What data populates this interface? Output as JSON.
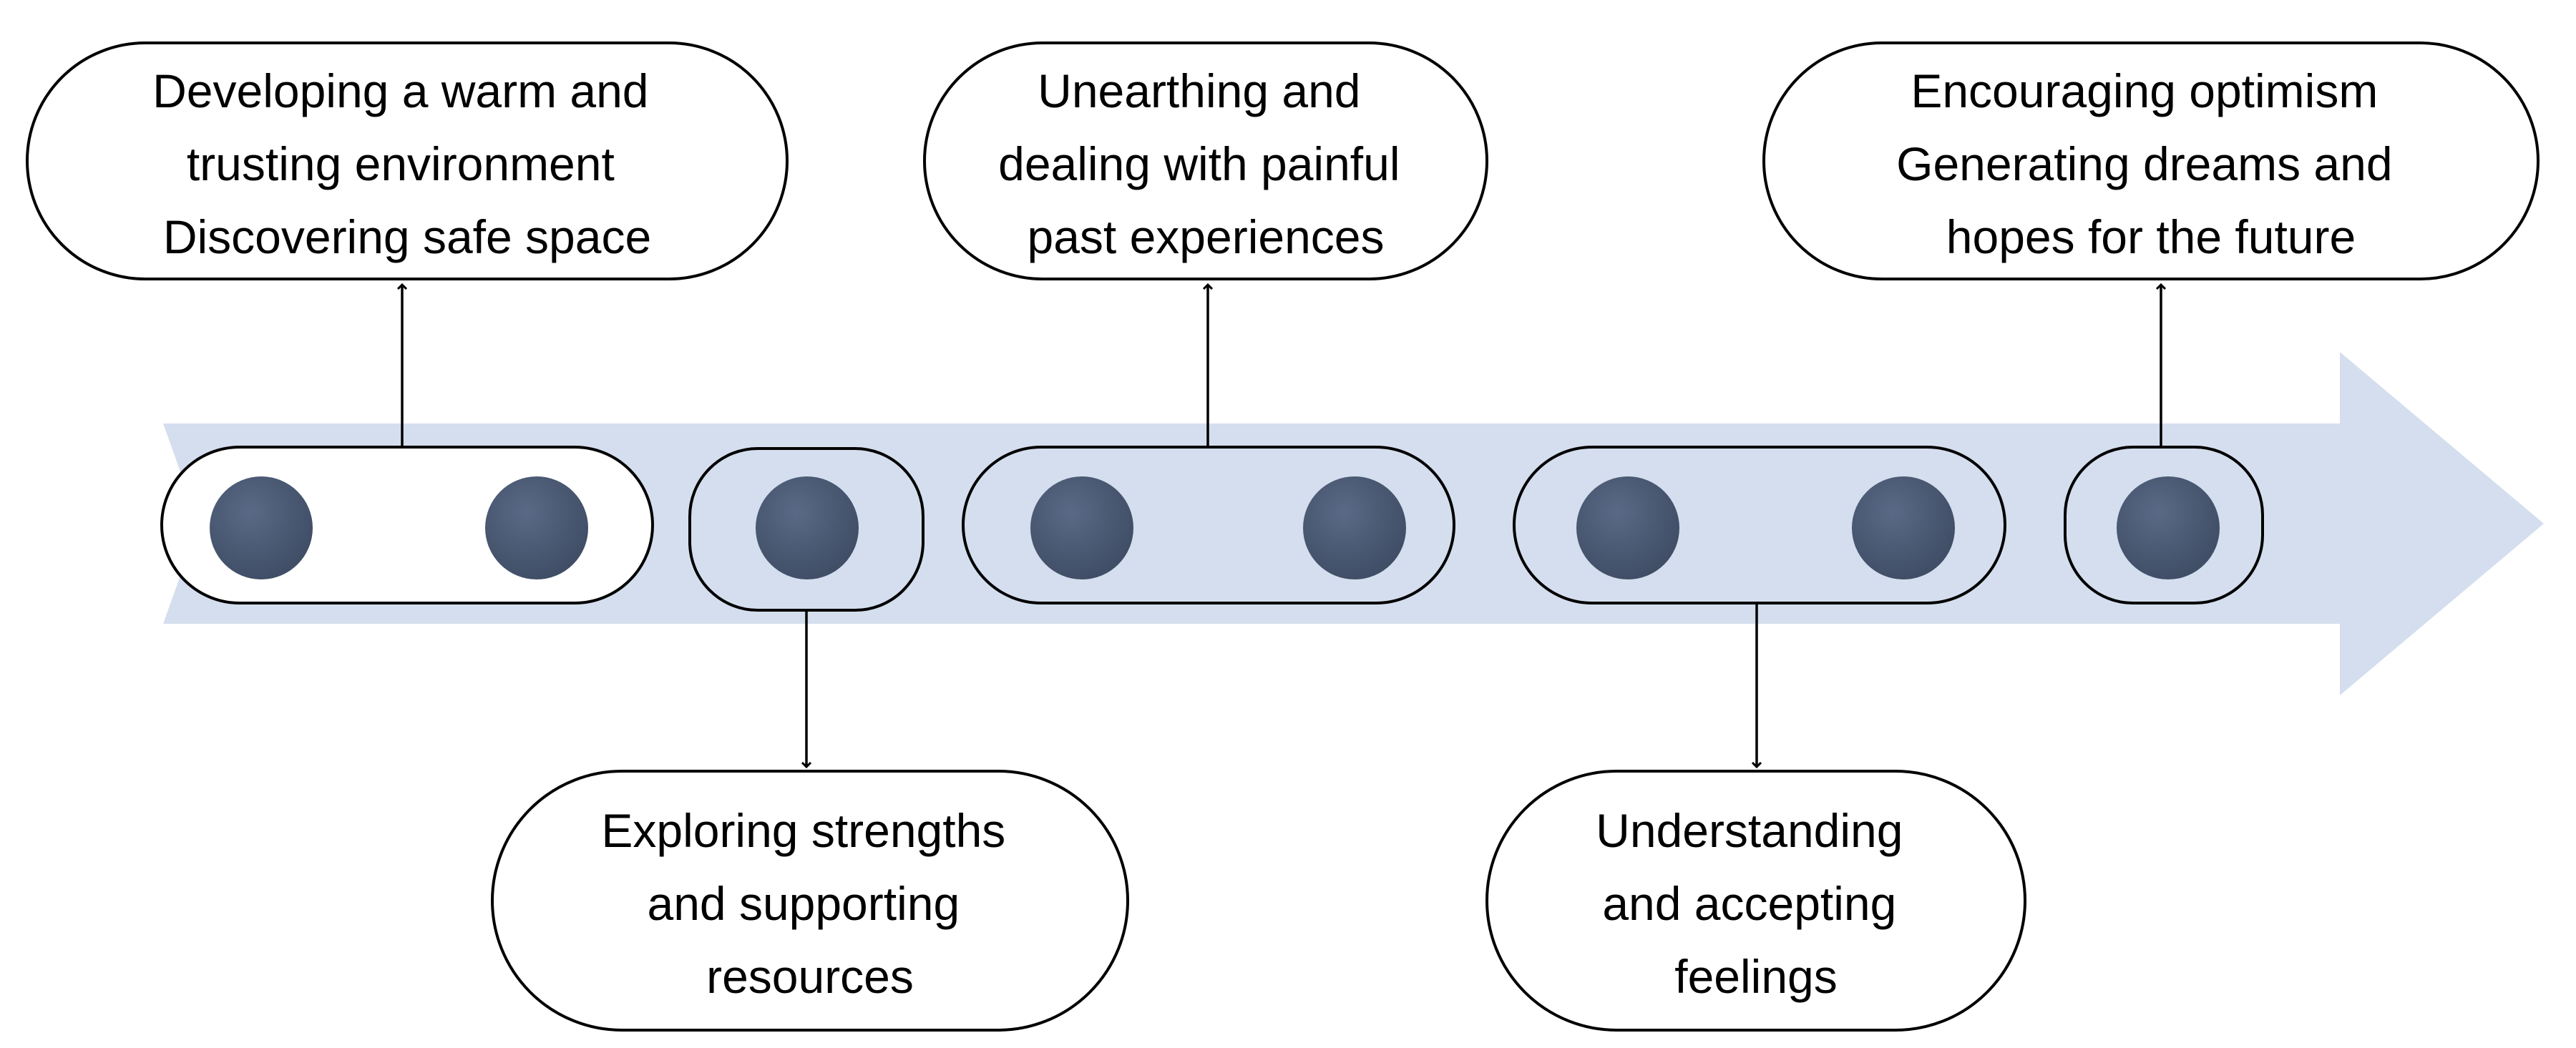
{
  "colors": {
    "arrow_fill": "#d4deee",
    "dot_fill": "#3e4c64",
    "dot_highlight": "#5a6985",
    "outline": "#000000",
    "background": "#ffffff"
  },
  "stages": [
    {
      "id": "warm-trusting",
      "position": "top",
      "lines": [
        "Developing a warm and",
        "trusting environment",
        "Discovering safe space"
      ]
    },
    {
      "id": "strengths-resources",
      "position": "bottom",
      "lines": [
        "Exploring strengths",
        "and supporting",
        "resources"
      ]
    },
    {
      "id": "painful-experiences",
      "position": "top",
      "lines": [
        "Unearthing and",
        "dealing with painful",
        "past experiences"
      ]
    },
    {
      "id": "accepting-feelings",
      "position": "bottom",
      "lines": [
        "Understanding",
        "and accepting",
        "feelings"
      ]
    },
    {
      "id": "optimism-hopes",
      "position": "top",
      "lines": [
        "Encouraging optimism",
        "Generating dreams and",
        "hopes for the future"
      ]
    }
  ]
}
